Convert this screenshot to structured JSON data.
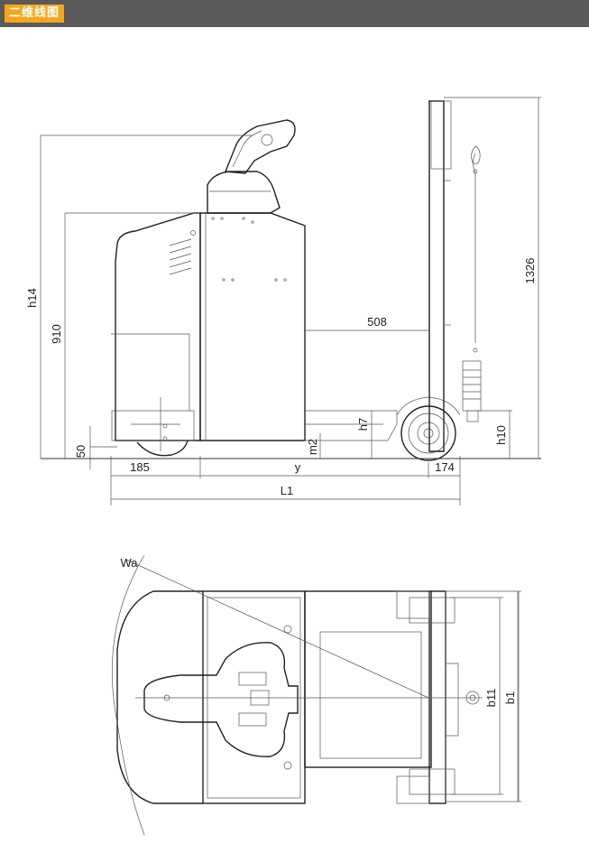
{
  "header": {
    "title": "二维线图",
    "accent": "#f3a81c",
    "bar_color": "#5a5a5a"
  },
  "side_view": {
    "dims": {
      "h14": "h14",
      "d910": "910",
      "d50": "50",
      "d185": "185",
      "y": "y",
      "d174": "174",
      "L1": "L1",
      "m2": "m2",
      "h7": "h7",
      "h10": "h10",
      "d508": "508",
      "d1326": "1326"
    }
  },
  "top_view": {
    "dims": {
      "Wa": "Wa",
      "b11": "b11",
      "b1": "b1"
    }
  }
}
